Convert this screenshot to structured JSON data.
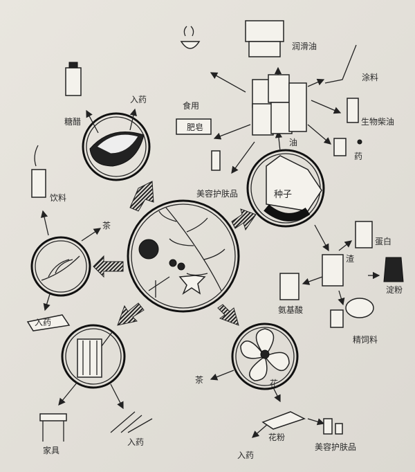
{
  "labels": {
    "food": "食用",
    "lubricant": "润滑油",
    "paint": "涂料",
    "biodiesel": "生物柴油",
    "oil": "油",
    "medicine": "药",
    "soap": "肥皂",
    "cosmetics_1": "美容护肤品",
    "medicinal_fruit": "入药",
    "vinegar": "糖醋",
    "seed": "种子",
    "drink": "饮料",
    "tea_leaf": "茶",
    "medicinal_leaf": "入药",
    "furniture": "家具",
    "medicinal_root": "入药",
    "flower": "花",
    "tea_flower": "茶",
    "pollen": "花粉",
    "medicinal_pollen": "入药",
    "cosmetics_2": "美容护肤品",
    "protein": "蛋白",
    "residue": "渣",
    "starch": "淀粉",
    "amino_acid": "氨基酸",
    "feed": "精饲料"
  }
}
